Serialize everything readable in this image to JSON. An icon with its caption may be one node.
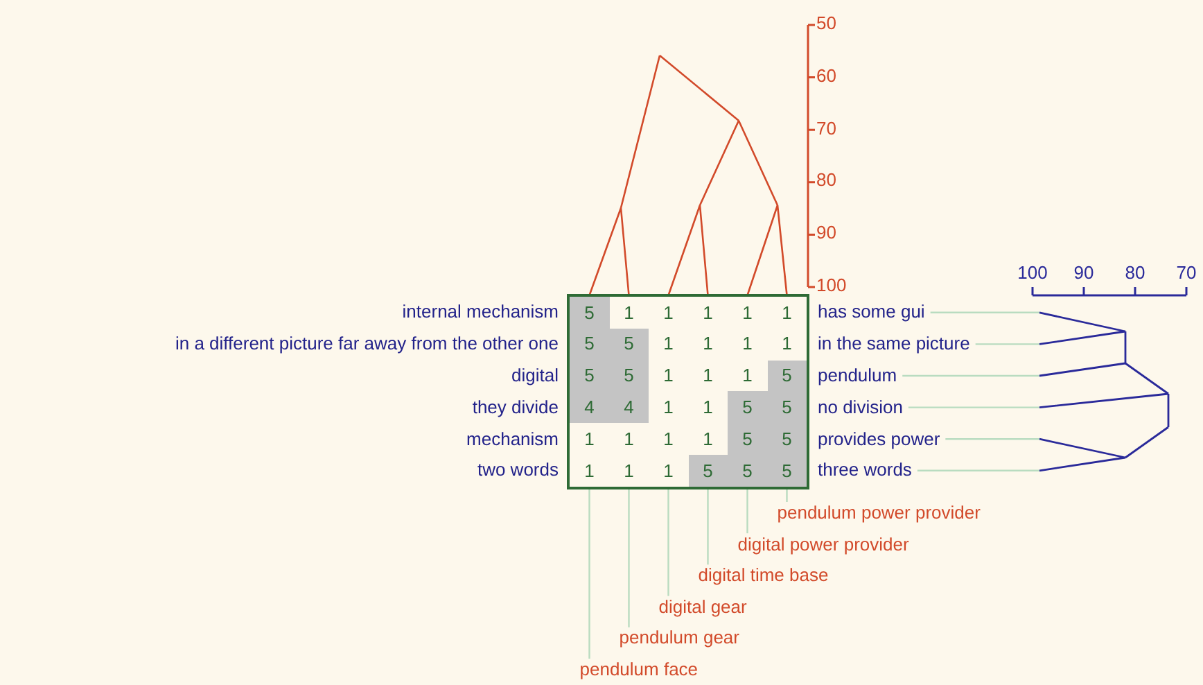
{
  "diagram": {
    "nodes": [
      {
        "text": [
          "has some gui"
        ]
      },
      {
        "text": [
          "in the same picture"
        ]
      },
      {
        "text": [
          "pendulum"
        ]
      },
      {
        "text": [
          "no division"
        ]
      },
      {
        "text": [
          "provides power"
        ]
      },
      {
        "text": [
          "three words"
        ]
      },
      {
        "text": [
          "pendulum power provider"
        ]
      },
      {
        "text": [
          "digital power provider"
        ]
      },
      {
        "text": [
          "digital time base"
        ]
      },
      {
        "text": [
          "digital gear"
        ]
      },
      {
        "text": [
          "pendulum gear"
        ]
      },
      {
        "text": [
          "pendulum face"
        ]
      },
      {
        "text": [],
        "shape": "box"
      },
      {
        "text": [],
        "shape": "picture"
      }
    ],
    "edges": [
      {
        "from": 0,
        "to": 13,
        "arrow": "none"
      },
      {
        "from": 1,
        "to": 13,
        "arrow": "none"
      },
      {
        "from": 2,
        "to": 13,
        "arrow": "none"
      },
      {
        "from": 3,
        "to": 13,
        "arrow": "none"
      },
      {
        "from": 4,
        "to": 13,
        "arrow": "none"
      },
      {
        "from": 5,
        "to": 13,
        "arrow": "none"
      },
      {
        "from": 6,
        "to": 12,
        "arrow": "none"
      },
      {
        "from": 7,
        "to": 12,
        "arrow": "none"
      },
      {
        "from": 8,
        "to": 12,
        "arrow": "none"
      },
      {
        "from": 9,
        "to": 12,
        "arrow": "none"
      },
      {
        "from": 10,
        "to": 12,
        "arrow": "none"
      },
      {
        "from": 11,
        "to": 12,
        "arrow": "none"
      }
    ],
    "labels": [
      "50",
      "60",
      "70",
      "80",
      "90",
      "100",
      "100",
      "90",
      "80",
      "70",
      "internal mechanism",
      "5",
      "1",
      "1",
      "1",
      "1",
      "1",
      "in a different picture far away from the other one",
      "5",
      "5",
      "1",
      "1",
      "1",
      "1",
      "digital",
      "5",
      "5",
      "1",
      "1",
      "1",
      "5",
      "they divide",
      "4",
      "4",
      "1",
      "1",
      "5",
      "5",
      "mechanism",
      "1",
      "1",
      "1",
      "1",
      "5",
      "5",
      "two words",
      "1",
      "1",
      "1",
      "5",
      "5",
      "5"
    ]
  }
}
